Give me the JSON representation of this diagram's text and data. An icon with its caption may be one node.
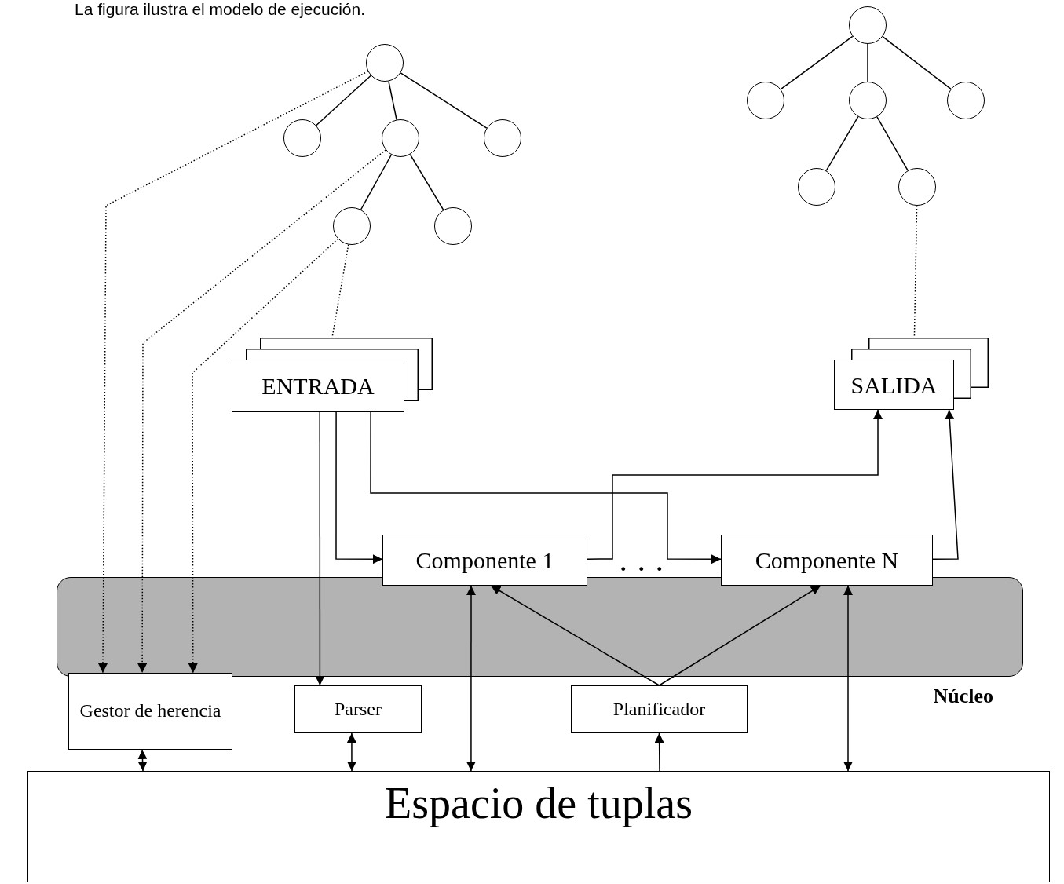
{
  "diagram": {
    "title": "La figura ilustra el modelo de ejecución.",
    "nodes": [
      {
        "text": [],
        "shape": "circle"
      },
      {
        "text": [],
        "shape": "circle"
      },
      {
        "text": [],
        "shape": "circle"
      },
      {
        "text": [],
        "shape": "circle"
      },
      {
        "text": [],
        "shape": "circle"
      },
      {
        "text": [],
        "shape": "circle"
      },
      {
        "text": [],
        "shape": "circle"
      },
      {
        "text": [],
        "shape": "circle"
      },
      {
        "text": [],
        "shape": "circle"
      },
      {
        "text": [],
        "shape": "circle"
      },
      {
        "text": [],
        "shape": "circle"
      },
      {
        "text": [],
        "shape": "circle"
      },
      {
        "text": [
          "ENTRADA"
        ]
      },
      {
        "text": [
          "SALIDA"
        ]
      },
      {
        "text": [
          "Componente 1"
        ]
      },
      {
        "text": [
          "Componente N"
        ]
      },
      {
        "text": [
          "Gestor de herencia"
        ]
      },
      {
        "text": [
          "Parser"
        ]
      },
      {
        "text": [
          "Planificador"
        ]
      },
      {
        "text": [
          "Espacio de tuplas"
        ]
      }
    ],
    "edges": [
      {
        "from": 0,
        "to": 1,
        "arrow": "none"
      },
      {
        "from": 0,
        "to": 2,
        "arrow": "none"
      },
      {
        "from": 0,
        "to": 3,
        "arrow": "none"
      },
      {
        "from": 2,
        "to": 4,
        "arrow": "none"
      },
      {
        "from": 2,
        "to": 5,
        "arrow": "none"
      },
      {
        "from": 6,
        "to": 7,
        "arrow": "none"
      },
      {
        "from": 6,
        "to": 8,
        "arrow": "none"
      },
      {
        "from": 6,
        "to": 9,
        "arrow": "none"
      },
      {
        "from": 8,
        "to": 10,
        "arrow": "none"
      },
      {
        "from": 8,
        "to": 11,
        "arrow": "none"
      },
      {
        "from": 0,
        "to": 16,
        "arrow": "to",
        "style": "dashed"
      },
      {
        "from": 2,
        "to": 16,
        "arrow": "to",
        "style": "dashed"
      },
      {
        "from": 4,
        "to": 16,
        "arrow": "to",
        "style": "dashed"
      },
      {
        "from": 4,
        "to": 12,
        "arrow": "none",
        "style": "dashed"
      },
      {
        "from": 11,
        "to": 13,
        "arrow": "none",
        "style": "dashed"
      },
      {
        "from": 12,
        "to": 17,
        "arrow": "to"
      },
      {
        "from": 12,
        "to": 14,
        "arrow": "to"
      },
      {
        "from": 12,
        "to": 15,
        "arrow": "to"
      },
      {
        "from": 14,
        "to": 13,
        "arrow": "to"
      },
      {
        "from": 15,
        "to": 13,
        "arrow": "to"
      },
      {
        "from": 18,
        "to": 14,
        "arrow": "to"
      },
      {
        "from": 18,
        "to": 15,
        "arrow": "to"
      },
      {
        "from": 16,
        "to": 19,
        "arrow": "both"
      },
      {
        "from": 17,
        "to": 19,
        "arrow": "both"
      },
      {
        "from": 14,
        "to": 19,
        "arrow": "both"
      },
      {
        "from": 19,
        "to": 18,
        "arrow": "to"
      },
      {
        "from": 15,
        "to": 19,
        "arrow": "both"
      }
    ],
    "labels": [
      ". . .",
      "Núcleo"
    ]
  }
}
